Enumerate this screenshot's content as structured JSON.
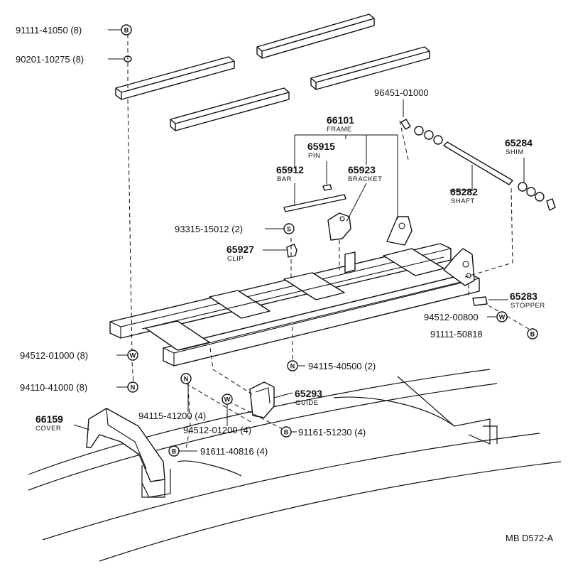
{
  "callouts": [
    {
      "id": "c-91111-41050",
      "part": "91111-41050 (8)",
      "symbol": "B"
    },
    {
      "id": "c-90201-10275",
      "part": "90201-10275 (8)"
    },
    {
      "id": "c-96451-01000",
      "part": "96451-01000"
    },
    {
      "id": "c-66101",
      "part": "66101",
      "name": "FRAME"
    },
    {
      "id": "c-65915",
      "part": "65915",
      "name": "PIN"
    },
    {
      "id": "c-65912",
      "part": "65912",
      "name": "BAR"
    },
    {
      "id": "c-65923",
      "part": "65923",
      "name": "BRACKET"
    },
    {
      "id": "c-65284",
      "part": "65284",
      "name": "SHIM"
    },
    {
      "id": "c-65282",
      "part": "65282",
      "name": "SHAFT"
    },
    {
      "id": "c-93315-15012",
      "part": "93315-15012 (2)",
      "symbol": "S"
    },
    {
      "id": "c-65927",
      "part": "65927",
      "name": "CLIP"
    },
    {
      "id": "c-65283",
      "part": "65283",
      "name": "STOPPER"
    },
    {
      "id": "c-94512-00800",
      "part": "94512-00800",
      "symbol": "W"
    },
    {
      "id": "c-91111-50818",
      "part": "91111-50818",
      "symbol": "B"
    },
    {
      "id": "c-94512-01000",
      "part": "94512-01000 (8)",
      "symbol": "W"
    },
    {
      "id": "c-94115-40500",
      "part": "94115-40500 (2)",
      "symbol": "N"
    },
    {
      "id": "c-94110-41000",
      "part": "94110-41000 (8)",
      "symbol": "N"
    },
    {
      "id": "c-65293",
      "part": "65293",
      "name": "GUIDE"
    },
    {
      "id": "c-66159",
      "part": "66159",
      "name": "COVER"
    },
    {
      "id": "c-94115-41200",
      "part": "94115-41200 (4)",
      "symbol": "N"
    },
    {
      "id": "c-94512-01200",
      "part": "94512-01200 (4)",
      "symbol": "W"
    },
    {
      "id": "c-91161-51230",
      "part": "91161-51230 (4)",
      "symbol": "B"
    },
    {
      "id": "c-91611-40816",
      "part": "91611-40816 (4)",
      "symbol": "B"
    }
  ],
  "diagram_code": "MB D572-A"
}
